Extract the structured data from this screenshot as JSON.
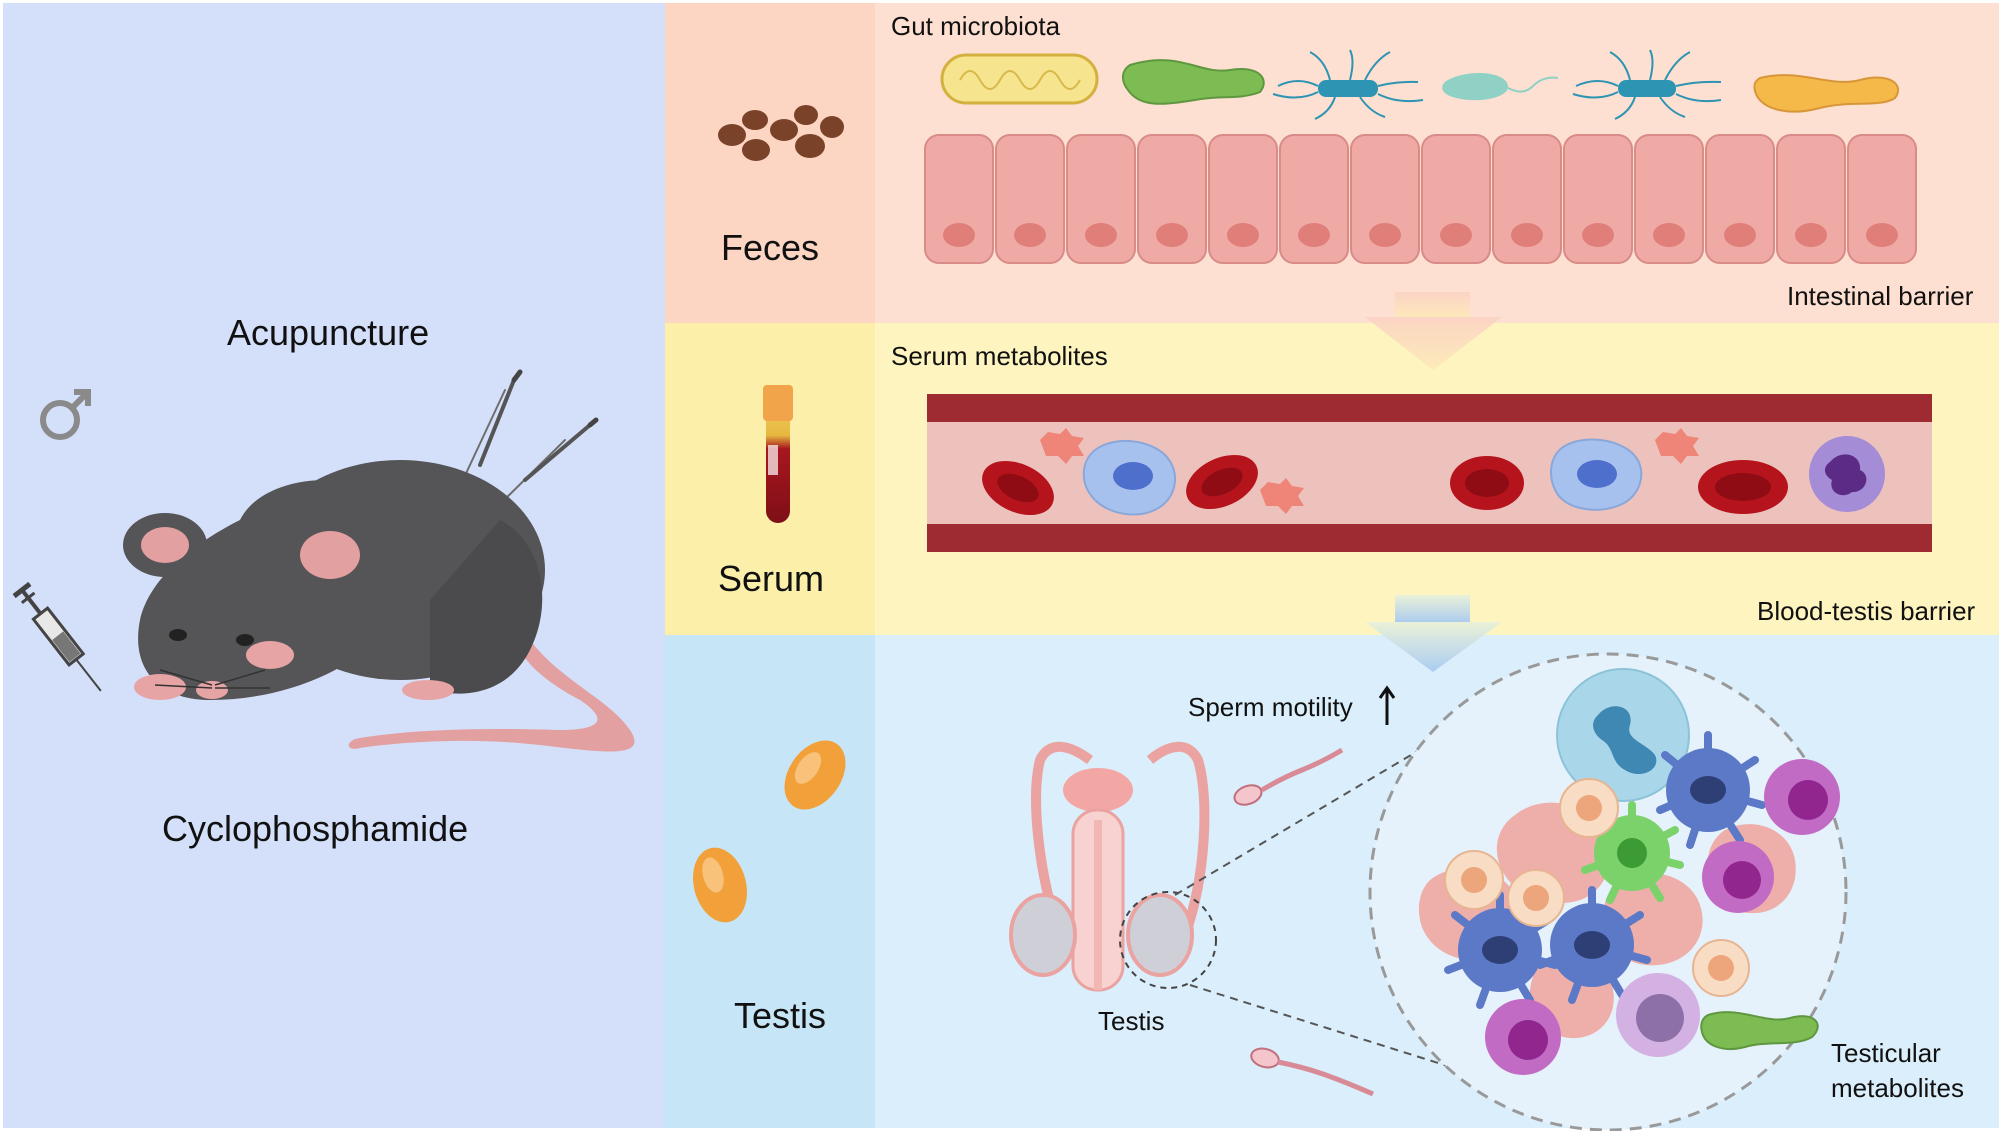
{
  "left": {
    "top_label": "Acupuncture",
    "bottom_label": "Cyclophosphamide",
    "male_symbol": "♂",
    "icons": [
      "mouse-illustration",
      "acupuncture-needle-icon",
      "syringe-icon",
      "male-symbol-icon"
    ]
  },
  "rows": [
    {
      "side_label": "Feces",
      "caption_top": "Gut microbiota",
      "caption_bottom": "Intestinal barrier"
    },
    {
      "side_label": "Serum",
      "caption_top": "Serum metabolites",
      "caption_bottom": "Blood-testis barrier"
    },
    {
      "side_label": "Testis",
      "organ_label": "Testis",
      "motility_label": "Sperm motility",
      "motility_arrow": "↑",
      "metabolites_label_1": "Testicular",
      "metabolites_label_2": "metabolites"
    }
  ],
  "colors": {
    "left_bg": "#d4dffa",
    "feces_bg": "#fde0d1",
    "feces_side": "#fcd5c3",
    "serum_bg": "#fdf4bf",
    "serum_side": "#fcefa9",
    "testis_bg": "#dbeefb",
    "testis_side": "#c6e6f7",
    "epithelium": "#efaaa6",
    "vessel": "#9e2b31",
    "mouse": "#555456"
  }
}
